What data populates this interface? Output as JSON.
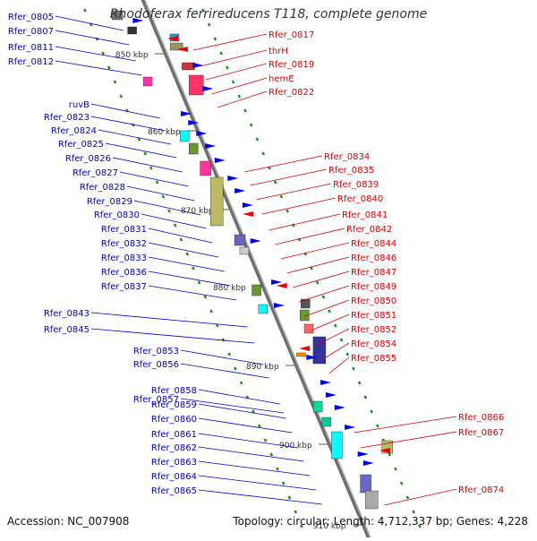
{
  "title": "Rhodoferax ferrireducens T118, complete genome",
  "accession": "Accession: NC_007908",
  "summary": "Topology: circular; Length: 4,712,337 bp; Genes: 4,228",
  "colors": {
    "left_labels": "#0000cc",
    "right_labels": "#dd0000",
    "backbone": "#888888",
    "tick": "#228b22"
  },
  "scale_labels": [
    "850 kbp",
    "860 kbp",
    "870 kbp",
    "880 kbp",
    "890 kbp",
    "900 kbp",
    "910 kbp"
  ],
  "left_genes": [
    "Rfer_0805",
    "Rfer_0807",
    "Rfer_0811",
    "Rfer_0812",
    "ruvB",
    "Rfer_0823",
    "Rfer_0824",
    "Rfer_0825",
    "Rfer_0826",
    "Rfer_0827",
    "Rfer_0828",
    "Rfer_0829",
    "Rfer_0830",
    "Rfer_0831",
    "Rfer_0832",
    "Rfer_0833",
    "Rfer_0836",
    "Rfer_0837",
    "Rfer_0843",
    "Rfer_0845",
    "Rfer_0853",
    "Rfer_0856",
    "Rfer_0857",
    "Rfer_0858",
    "Rfer_0859",
    "Rfer_0860",
    "Rfer_0861",
    "Rfer_0862",
    "Rfer_0863",
    "Rfer_0864",
    "Rfer_0865"
  ],
  "right_genes": [
    "Rfer_0817",
    "thrH",
    "Rfer_0819",
    "hemE",
    "Rfer_0822",
    "Rfer_0834",
    "Rfer_0835",
    "Rfer_0839",
    "Rfer_0840",
    "Rfer_0841",
    "Rfer_0842",
    "Rfer_0844",
    "Rfer_0846",
    "Rfer_0847",
    "Rfer_0849",
    "Rfer_0850",
    "Rfer_0851",
    "Rfer_0852",
    "Rfer_0854",
    "Rfer_0855",
    "Rfer_0866",
    "Rfer_0867",
    "Rfer_0874"
  ]
}
